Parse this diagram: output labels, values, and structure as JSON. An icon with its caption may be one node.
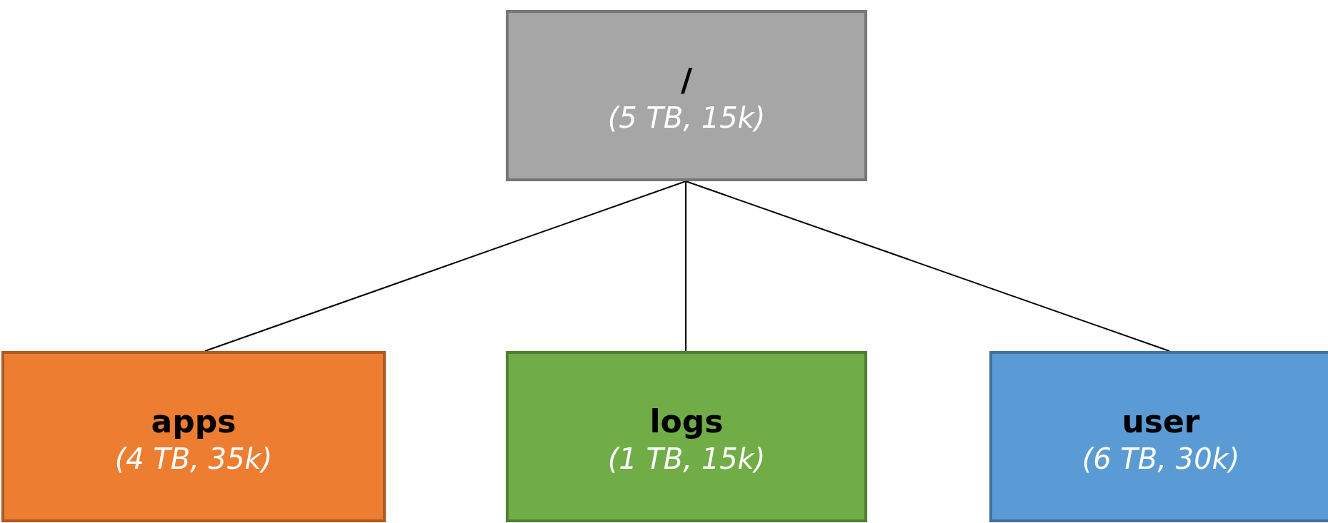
{
  "diagram": {
    "nodes": [
      {
        "text": [
          "/",
          "(5 TB, 15k)"
        ]
      },
      {
        "text": [
          "apps",
          "(4 TB, 35k)"
        ]
      },
      {
        "text": [
          "logs",
          "(1 TB, 15k)"
        ]
      },
      {
        "text": [
          "user",
          "(6 TB, 30k)"
        ]
      }
    ],
    "edges": [
      {
        "from": 0,
        "to": 1,
        "arrow": "none"
      },
      {
        "from": 0,
        "to": 2,
        "arrow": "none"
      },
      {
        "from": 0,
        "to": 3,
        "arrow": "none"
      }
    ]
  }
}
